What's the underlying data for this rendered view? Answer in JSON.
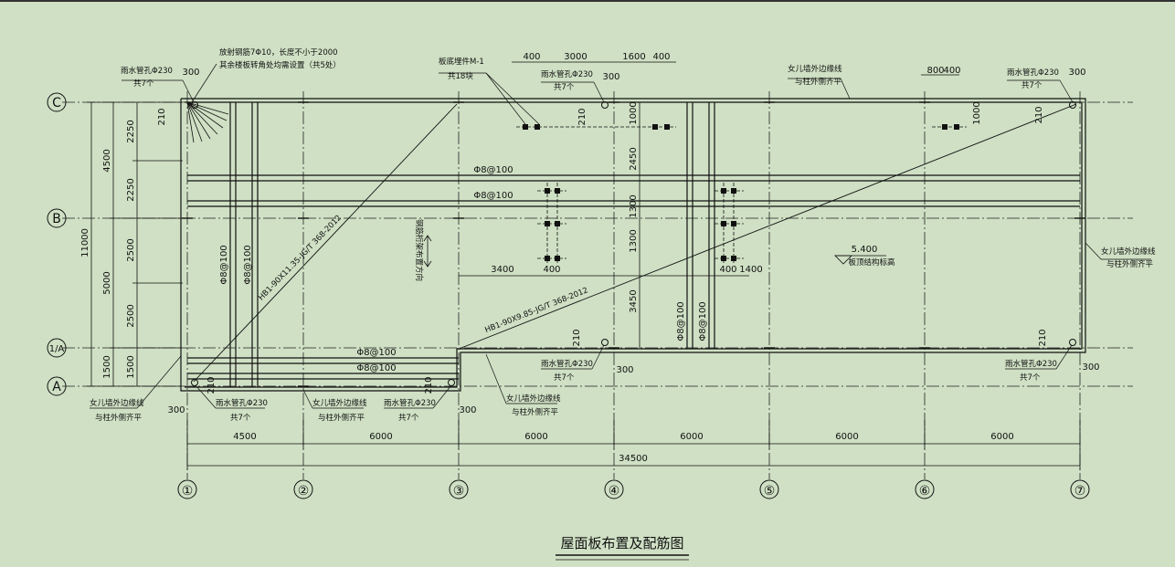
{
  "title": "屋面板布置及配筋图",
  "axes_x": [
    "①",
    "②",
    "③",
    "④",
    "⑤",
    "⑥",
    "⑦"
  ],
  "axes_y": [
    "C",
    "B",
    "1/A",
    "A"
  ],
  "bottom_dims": [
    "4500",
    "6000",
    "6000",
    "6000",
    "6000",
    "6000"
  ],
  "total_dim": "34500",
  "edge_300": "300",
  "edge_210": "210",
  "left_dims_outer": [
    "4500",
    "5000",
    "1500"
  ],
  "left_dims_inner": [
    "2250",
    "2250",
    "2500",
    "2500",
    "1500"
  ],
  "left_total": "11000",
  "top_dims": [
    "400",
    "3000",
    "1600",
    "400",
    "800",
    "400"
  ],
  "v_dims_mid": [
    "2450",
    "1300",
    "1300",
    "3450"
  ],
  "h_dims_mid": [
    "3400",
    "400",
    "400",
    "1400"
  ],
  "dim_1000": "1000",
  "rebar_h": "Φ8@100",
  "rebar_v": "Φ8@100",
  "slab1": "HB1-90X11.35-JG/T 368-2012",
  "slab2": "HB1-90X9.85-JG/T 368-2012",
  "elev": "5.400",
  "elev_note": "板顶结构标高",
  "slab_dir": "钢筋桁架布置方向",
  "note_fushe": "放射钢筋7Φ10，长度不小于2000",
  "note_fushe2": "其余楼板转角处均需设置（共5处）",
  "note_m1": "板底埋件M-1",
  "note_m1b": "共18块",
  "note_drain": "雨水管孔Φ230",
  "note_drain2": "共7个",
  "note_parapet": "女儿墙外边缘线",
  "note_parapet2": "与柱外侧齐平"
}
